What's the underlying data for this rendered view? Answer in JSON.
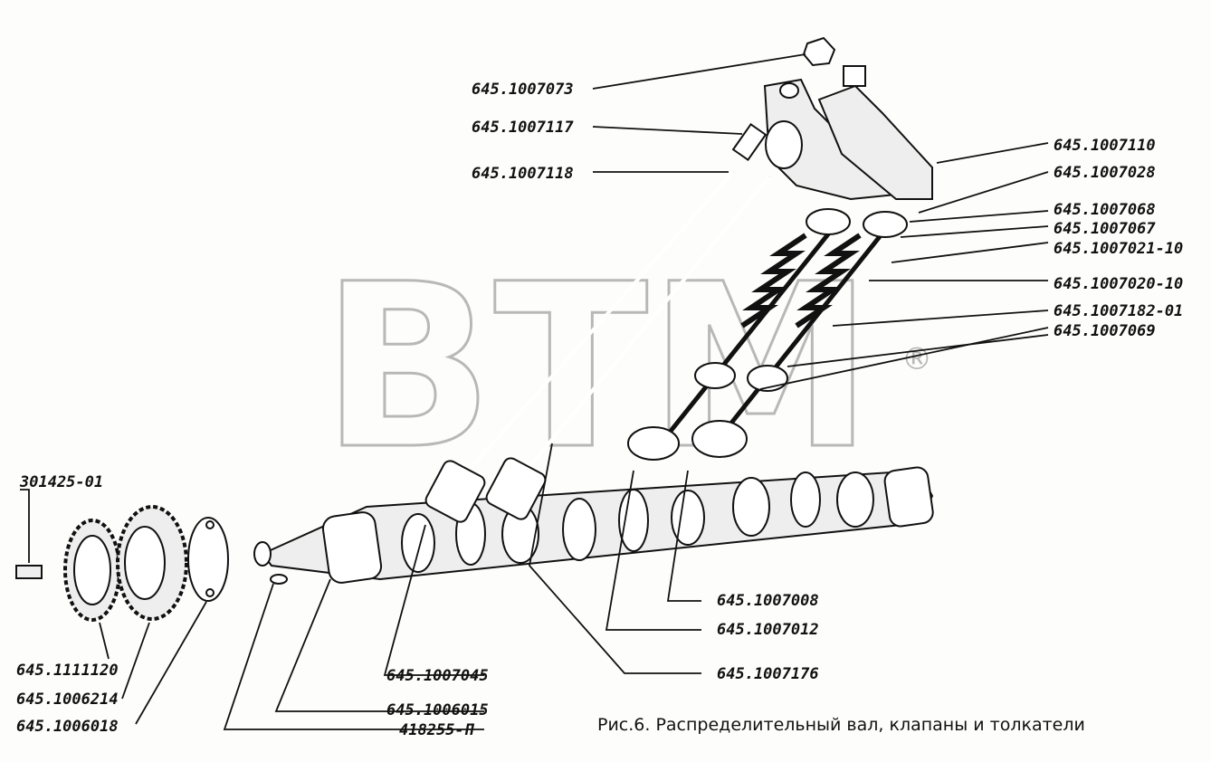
{
  "watermark": {
    "text": "BTM",
    "mark": "®"
  },
  "caption": "Рис.6. Распределительный вал, клапаны и толкатели",
  "labels": {
    "l1": "645.1007073",
    "l2": "645.1007117",
    "l3": "645.1007118",
    "r1": "645.1007110",
    "r2": "645.1007028",
    "r3": "645.1007068",
    "r4": "645.1007067",
    "r5": "645.1007021-10",
    "r6": "645.1007020-10",
    "r7": "645.1007182-01",
    "r8": "645.1007069",
    "b1": "645.1007008",
    "b2": "645.1007012",
    "b3": "645.1007176",
    "b4": "645.1007045",
    "b5": "645.1006015",
    "b6": "418255-П",
    "g0": "301425-01",
    "g1": "645.1111120",
    "g2": "645.1006214",
    "g3": "645.1006018"
  }
}
